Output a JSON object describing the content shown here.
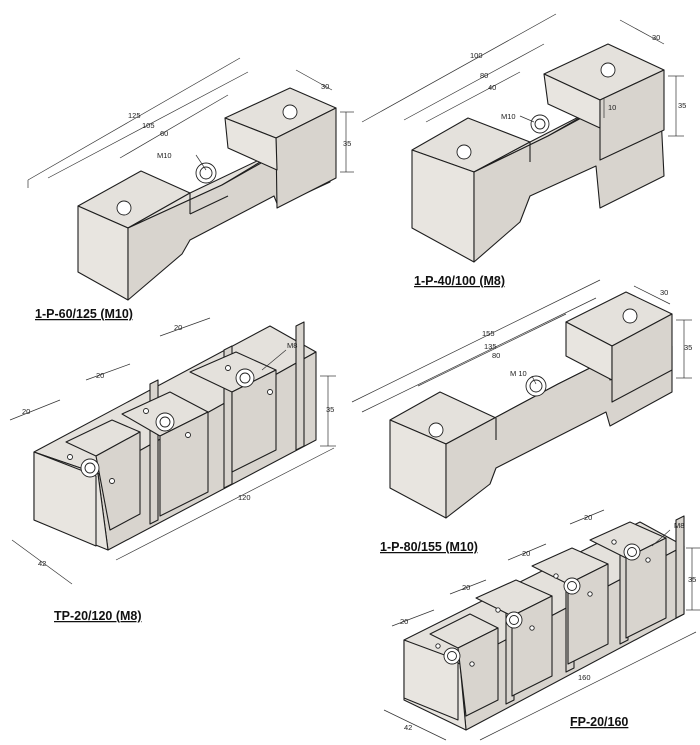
{
  "parts": {
    "p60": {
      "title": "1-P-60/125 (M10)",
      "dims": {
        "length": "125",
        "inner": "105",
        "slot": "60",
        "width": "30",
        "height": "35",
        "thread": "M10"
      }
    },
    "p40": {
      "title": "1-P-40/100 (M8)",
      "dims": {
        "length": "100",
        "inner": "80",
        "slot": "40",
        "width": "30",
        "height": "35",
        "depth": "10",
        "thread": "M10"
      }
    },
    "tp": {
      "title": "TP-20/120 (M8)",
      "dims": {
        "pitch_a": "20",
        "pitch_b": "20",
        "pitch_c": "20",
        "length": "120",
        "width": "42",
        "height": "35",
        "thread": "M8"
      }
    },
    "p80": {
      "title": "1-P-80/155 (M10)",
      "dims": {
        "length": "155",
        "inner": "135",
        "slot": "80",
        "width": "30",
        "height": "35",
        "thread": "M 10"
      }
    },
    "fp": {
      "title": "FP-20/160",
      "dims": {
        "pitch_a": "20",
        "pitch_b": "20",
        "pitch_c": "20",
        "pitch_d": "20",
        "length": "160",
        "width": "42",
        "height": "35",
        "thread": "M8"
      }
    }
  }
}
